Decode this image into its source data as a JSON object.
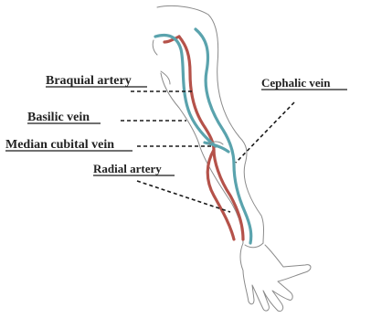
{
  "labels": {
    "braquial_artery": "Braquial artery",
    "basilic_vein": "Basilic vein",
    "median_cubital_vein": "Median cubital vein",
    "radial_artery": "Radial artery",
    "cephalic_vein": "Cephalic vein"
  },
  "colors": {
    "artery": "#b5524a",
    "vein": "#5aa3ad",
    "outline": "#8a8a8a",
    "text": "#222222"
  }
}
